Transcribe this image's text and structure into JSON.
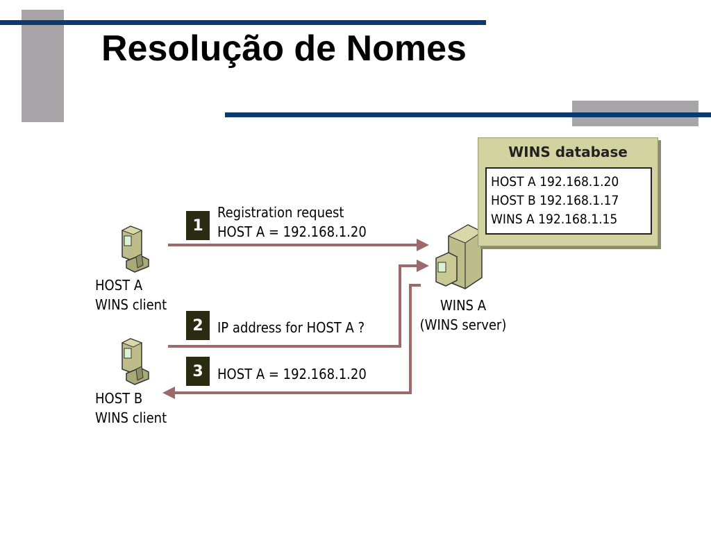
{
  "title": "Resolução de Nomes",
  "nodes": {
    "host_a": {
      "name": "HOST A",
      "role": "WINS client"
    },
    "host_b": {
      "name": "HOST B",
      "role": "WINS client"
    },
    "server": {
      "name": "WINS A",
      "role": "(WINS server)"
    }
  },
  "database": {
    "title": "WINS database",
    "rows": [
      "HOST A 192.168.1.20",
      "HOST B 192.168.1.17",
      "WINS A 192.168.1.15"
    ]
  },
  "steps": [
    {
      "number": "1",
      "lines": [
        "Registration request",
        "HOST A = 192.168.1.20"
      ]
    },
    {
      "number": "2",
      "lines": [
        "IP address for HOST A ?"
      ]
    },
    {
      "number": "3",
      "lines": [
        "HOST A = 192.168.1.20"
      ]
    }
  ],
  "colors": {
    "arrow": "#9b6b6b",
    "navy_line": "#0b3a6e",
    "gray_block": "#a8a4a8",
    "db_panel": "#d3d3a2",
    "step_badge": "#2b2b12"
  }
}
